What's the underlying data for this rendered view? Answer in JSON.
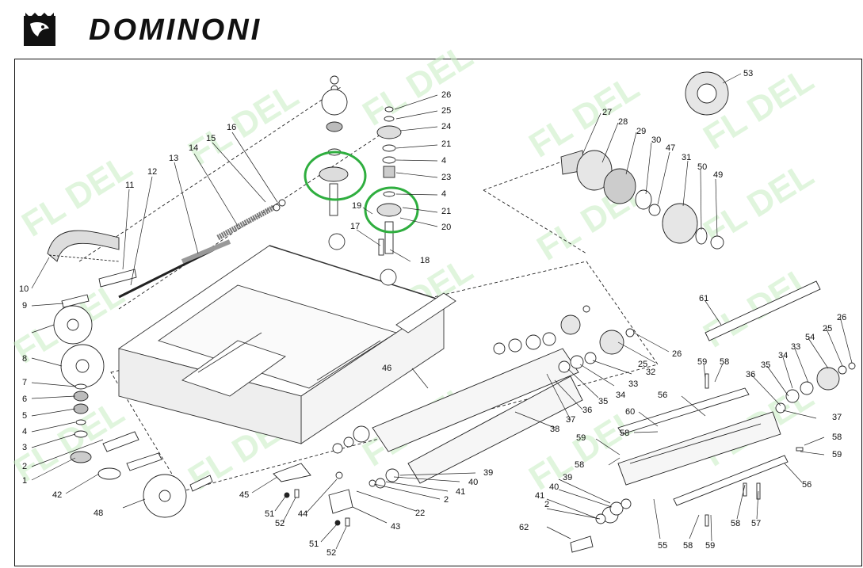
{
  "brand": {
    "name": "DOMINONI"
  },
  "watermark": {
    "text": "FL DEL",
    "color": "#b9e9b4"
  },
  "highlight_color": "#2fae3f",
  "callouts": [
    {
      "id": "c1",
      "text": "1"
    },
    {
      "id": "c2a",
      "text": "2"
    },
    {
      "id": "c3",
      "text": "3"
    },
    {
      "id": "c4a",
      "text": "4"
    },
    {
      "id": "c5",
      "text": "5"
    },
    {
      "id": "c6",
      "text": "6"
    },
    {
      "id": "c7",
      "text": "7"
    },
    {
      "id": "c8",
      "text": "8"
    },
    {
      "id": "c9",
      "text": "9"
    },
    {
      "id": "c10",
      "text": "10"
    },
    {
      "id": "c11",
      "text": "11"
    },
    {
      "id": "c12",
      "text": "12"
    },
    {
      "id": "c13",
      "text": "13"
    },
    {
      "id": "c14",
      "text": "14"
    },
    {
      "id": "c15",
      "text": "15"
    },
    {
      "id": "c16",
      "text": "16"
    },
    {
      "id": "c17",
      "text": "17"
    },
    {
      "id": "c18",
      "text": "18"
    },
    {
      "id": "c19",
      "text": "19"
    },
    {
      "id": "c20",
      "text": "20"
    },
    {
      "id": "c21a",
      "text": "21"
    },
    {
      "id": "c21b",
      "text": "21"
    },
    {
      "id": "c22",
      "text": "22"
    },
    {
      "id": "c23",
      "text": "23"
    },
    {
      "id": "c24",
      "text": "24"
    },
    {
      "id": "c25a",
      "text": "25"
    },
    {
      "id": "c25b",
      "text": "25"
    },
    {
      "id": "c25c",
      "text": "25"
    },
    {
      "id": "c26a",
      "text": "26"
    },
    {
      "id": "c26b",
      "text": "26"
    },
    {
      "id": "c26c",
      "text": "26"
    },
    {
      "id": "c27",
      "text": "27"
    },
    {
      "id": "c28",
      "text": "28"
    },
    {
      "id": "c29",
      "text": "29"
    },
    {
      "id": "c30",
      "text": "30"
    },
    {
      "id": "c31",
      "text": "31"
    },
    {
      "id": "c32",
      "text": "32"
    },
    {
      "id": "c33a",
      "text": "33"
    },
    {
      "id": "c33b",
      "text": "33"
    },
    {
      "id": "c34a",
      "text": "34"
    },
    {
      "id": "c34b",
      "text": "34"
    },
    {
      "id": "c35a",
      "text": "35"
    },
    {
      "id": "c35b",
      "text": "35"
    },
    {
      "id": "c36a",
      "text": "36"
    },
    {
      "id": "c36b",
      "text": "36"
    },
    {
      "id": "c37a",
      "text": "37"
    },
    {
      "id": "c37b",
      "text": "37"
    },
    {
      "id": "c38",
      "text": "38"
    },
    {
      "id": "c39a",
      "text": "39"
    },
    {
      "id": "c39b",
      "text": "39"
    },
    {
      "id": "c40a",
      "text": "40"
    },
    {
      "id": "c40b",
      "text": "40"
    },
    {
      "id": "c41a",
      "text": "41"
    },
    {
      "id": "c41b",
      "text": "41"
    },
    {
      "id": "c2b",
      "text": "2"
    },
    {
      "id": "c2c",
      "text": "2"
    },
    {
      "id": "c42",
      "text": "42"
    },
    {
      "id": "c43",
      "text": "43"
    },
    {
      "id": "c44",
      "text": "44"
    },
    {
      "id": "c45",
      "text": "45"
    },
    {
      "id": "c46",
      "text": "46"
    },
    {
      "id": "c47",
      "text": "47"
    },
    {
      "id": "c48",
      "text": "48"
    },
    {
      "id": "c49",
      "text": "49"
    },
    {
      "id": "c50",
      "text": "50"
    },
    {
      "id": "c51a",
      "text": "51"
    },
    {
      "id": "c51b",
      "text": "51"
    },
    {
      "id": "c52a",
      "text": "52"
    },
    {
      "id": "c52b",
      "text": "52"
    },
    {
      "id": "c53",
      "text": "53"
    },
    {
      "id": "c54",
      "text": "54"
    },
    {
      "id": "c55",
      "text": "55"
    },
    {
      "id": "c56a",
      "text": "56"
    },
    {
      "id": "c56b",
      "text": "56"
    },
    {
      "id": "c57",
      "text": "57"
    },
    {
      "id": "c58a",
      "text": "58"
    },
    {
      "id": "c58b",
      "text": "58"
    },
    {
      "id": "c58c",
      "text": "58"
    },
    {
      "id": "c58d",
      "text": "58"
    },
    {
      "id": "c58e",
      "text": "58"
    },
    {
      "id": "c58f",
      "text": "58"
    },
    {
      "id": "c59a",
      "text": "59"
    },
    {
      "id": "c59b",
      "text": "59"
    },
    {
      "id": "c59c",
      "text": "59"
    },
    {
      "id": "c59d",
      "text": "59"
    },
    {
      "id": "c60",
      "text": "60"
    },
    {
      "id": "c61",
      "text": "61"
    },
    {
      "id": "c62",
      "text": "62"
    },
    {
      "id": "c4b",
      "text": "4"
    },
    {
      "id": "c4c",
      "text": "4"
    }
  ]
}
